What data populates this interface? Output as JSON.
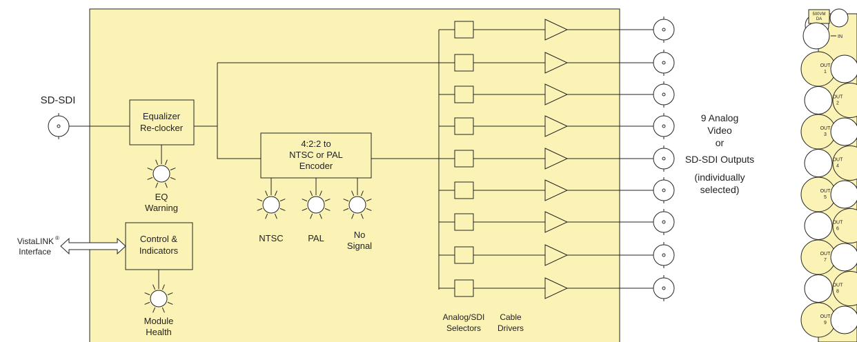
{
  "input": {
    "label": "SD-SDI"
  },
  "equalizer": {
    "line1": "Equalizer",
    "line2": "Re-clocker"
  },
  "eq_warning": {
    "line1": "EQ",
    "line2": "Warning"
  },
  "encoder": {
    "line1": "4:2:2 to",
    "line2": "NTSC or PAL",
    "line3": "Encoder"
  },
  "leds": {
    "ntsc": "NTSC",
    "pal": "PAL",
    "no_signal_1": "No",
    "no_signal_2": "Signal"
  },
  "control": {
    "line1": "Control &",
    "line2": "Indicators"
  },
  "module_health": {
    "line1": "Module",
    "line2": "Health"
  },
  "vistalink": {
    "line1": "VistaLINK",
    "reg": "®",
    "line2": "Interface"
  },
  "selectors": {
    "line1": "Analog/SDI",
    "line2": "Selectors"
  },
  "drivers": {
    "line1": "Cable",
    "line2": "Drivers"
  },
  "outputs_caption": [
    "9 Analog",
    "Video",
    "or",
    "SD-SDI Outputs",
    "(individually",
    "selected)"
  ],
  "rear_panel": {
    "model_line1": "500VM",
    "model_line2": "DA",
    "in_label": "IN",
    "out_label": "OUT",
    "out_numbers": [
      "1",
      "2",
      "3",
      "4",
      "5",
      "6",
      "7",
      "8",
      "9"
    ]
  },
  "colors": {
    "panel_fill": "#fbf2b5",
    "line": "#222222"
  }
}
